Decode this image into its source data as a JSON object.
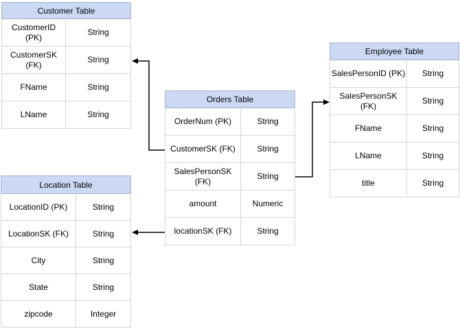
{
  "tables": {
    "customer": {
      "title": "Customer Table",
      "rows": [
        {
          "field": "CustomerID (PK)",
          "type": "String"
        },
        {
          "field": "CustomerSK\n(FK)",
          "type": "String"
        },
        {
          "field": "FName",
          "type": "String"
        },
        {
          "field": "LName",
          "type": "String"
        }
      ]
    },
    "orders": {
      "title": "Orders Table",
      "rows": [
        {
          "field": "OrderNum (PK)",
          "type": "String"
        },
        {
          "field": "CustomerSK (FK)",
          "type": "String"
        },
        {
          "field": "SalesPersonSK\n(FK)",
          "type": "String"
        },
        {
          "field": "amount",
          "type": "Numeric"
        },
        {
          "field": "locationSK (FK)",
          "type": "String"
        }
      ]
    },
    "employee": {
      "title": "Employee Table",
      "rows": [
        {
          "field": "SalesPersonID (PK)",
          "type": "String"
        },
        {
          "field": "SalesPersonSK\n(FK)",
          "type": "String"
        },
        {
          "field": "FName",
          "type": "String"
        },
        {
          "field": "LName",
          "type": "String"
        },
        {
          "field": "title",
          "type": "String"
        }
      ]
    },
    "location": {
      "title": "Location Table",
      "rows": [
        {
          "field": "LocationID (PK)",
          "type": "String"
        },
        {
          "field": "LocationSK (FK)",
          "type": "String"
        },
        {
          "field": "City",
          "type": "String"
        },
        {
          "field": "State",
          "type": "String"
        },
        {
          "field": "zipcode",
          "type": "Integer"
        }
      ]
    }
  },
  "relationships": [
    {
      "label": "Orders.CustomerSK (FK) to Customer.CustomerSK (FK)"
    },
    {
      "label": "Orders.SalesPersonSK (FK) to Employee.SalesPersonSK (FK)"
    },
    {
      "label": "Orders.locationSK (FK) to Location.LocationSK (FK)"
    }
  ],
  "colors": {
    "header_fill": "#ccd9f4",
    "header_border": "#a7b1c7",
    "row_border": "#d6d6d6",
    "connector": "#000000",
    "canvas_bg": "#ffffff",
    "text": "#000000"
  }
}
